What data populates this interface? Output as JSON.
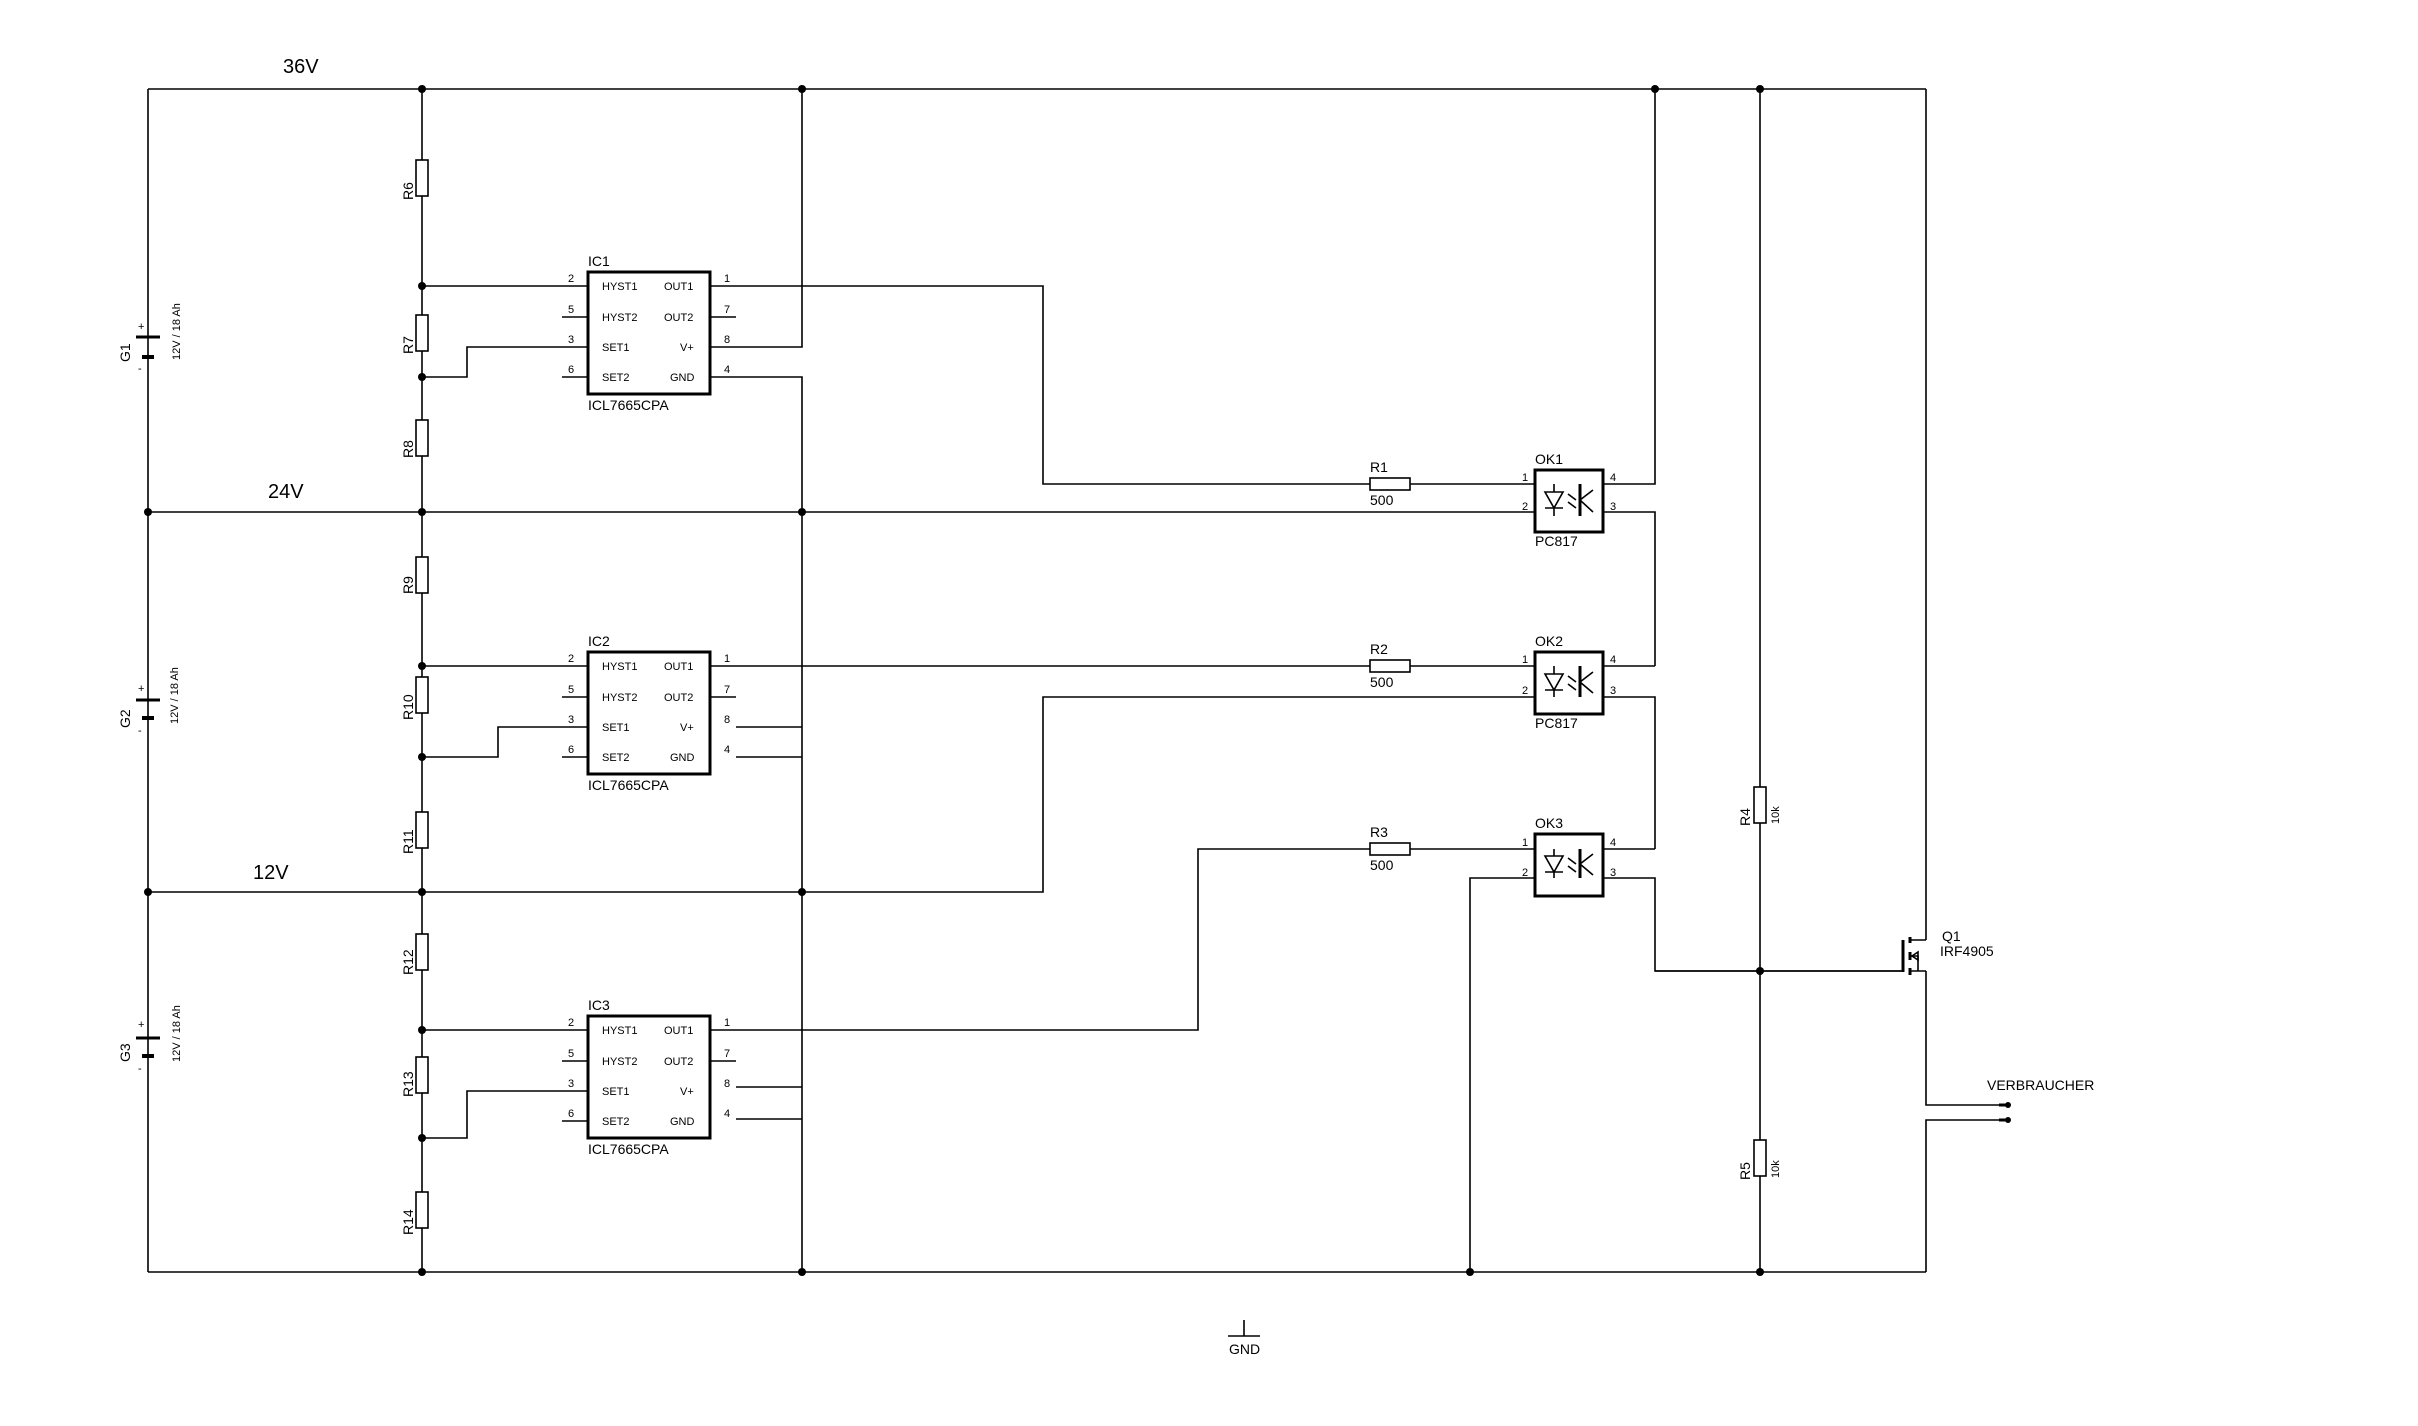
{
  "rails": {
    "v36": "36V",
    "v24": "24V",
    "v12": "12V"
  },
  "batteries": [
    {
      "name": "G1",
      "value": "12V / 18 Ah"
    },
    {
      "name": "G2",
      "value": "12V / 18 Ah"
    },
    {
      "name": "G3",
      "value": "12V / 18 Ah"
    }
  ],
  "resistors_left": [
    "R6",
    "R7",
    "R8",
    "R9",
    "R10",
    "R11",
    "R12",
    "R13",
    "R14"
  ],
  "ics": [
    {
      "name": "IC1",
      "part": "ICL7665CPA"
    },
    {
      "name": "IC2",
      "part": "ICL7665CPA"
    },
    {
      "name": "IC3",
      "part": "ICL7665CPA"
    }
  ],
  "ic_pins": {
    "left": [
      "HYST1",
      "HYST2",
      "SET1",
      "SET2"
    ],
    "right": [
      "OUT1",
      "OUT2",
      "V+",
      "GND"
    ],
    "left_nums": [
      "2",
      "5",
      "3",
      "6"
    ],
    "right_nums": [
      "1",
      "7",
      "8",
      "4"
    ]
  },
  "series_resistors": [
    {
      "name": "R1",
      "value": "500"
    },
    {
      "name": "R2",
      "value": "500"
    },
    {
      "name": "R3",
      "value": "500"
    }
  ],
  "optocouplers": [
    {
      "name": "OK1",
      "part": "PC817"
    },
    {
      "name": "OK2",
      "part": "PC817"
    },
    {
      "name": "OK3",
      "part": ""
    }
  ],
  "ok_pins": {
    "p1": "1",
    "p2": "2",
    "p3": "3",
    "p4": "4"
  },
  "divider": [
    {
      "name": "R4",
      "value": "10k"
    },
    {
      "name": "R5",
      "value": "10k"
    }
  ],
  "mosfet": {
    "name": "Q1",
    "part": "IRF4905"
  },
  "load": "VERBRAUCHER",
  "ground": "GND",
  "battery_plus": "+",
  "battery_minus": "-"
}
